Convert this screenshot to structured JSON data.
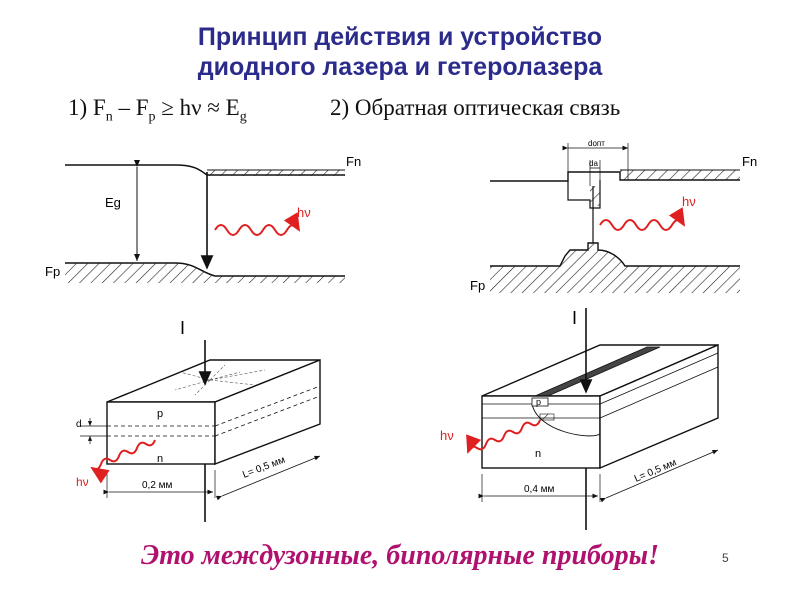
{
  "title": {
    "line1": "Принцип действия и устройство",
    "line2": "диодного лазера и гетеролазера"
  },
  "formula": {
    "prefix": "1) F",
    "n": "n",
    "minus": " – F",
    "p": "p",
    "mid": " ≥ hν  ≈ E",
    "g": "g"
  },
  "feedback_label": "2) Обратная оптическая связь",
  "labels": {
    "Fn": "Fn",
    "Fp": "Fp",
    "Eg": "Eg",
    "hv": "hν",
    "d_opt": "dопт",
    "d_a": "dа",
    "I": "I",
    "p": "p",
    "n": "n",
    "d": "d",
    "width_left": "0,2 мм",
    "width_right": "0,4 мм",
    "length": "L= 0,5 мм"
  },
  "conclusion": "Это междузонные, биполярные приборы!",
  "page_number": "5",
  "colors": {
    "title": "#2b2b8c",
    "conclusion": "#b0106e",
    "photon": "#e02020"
  }
}
